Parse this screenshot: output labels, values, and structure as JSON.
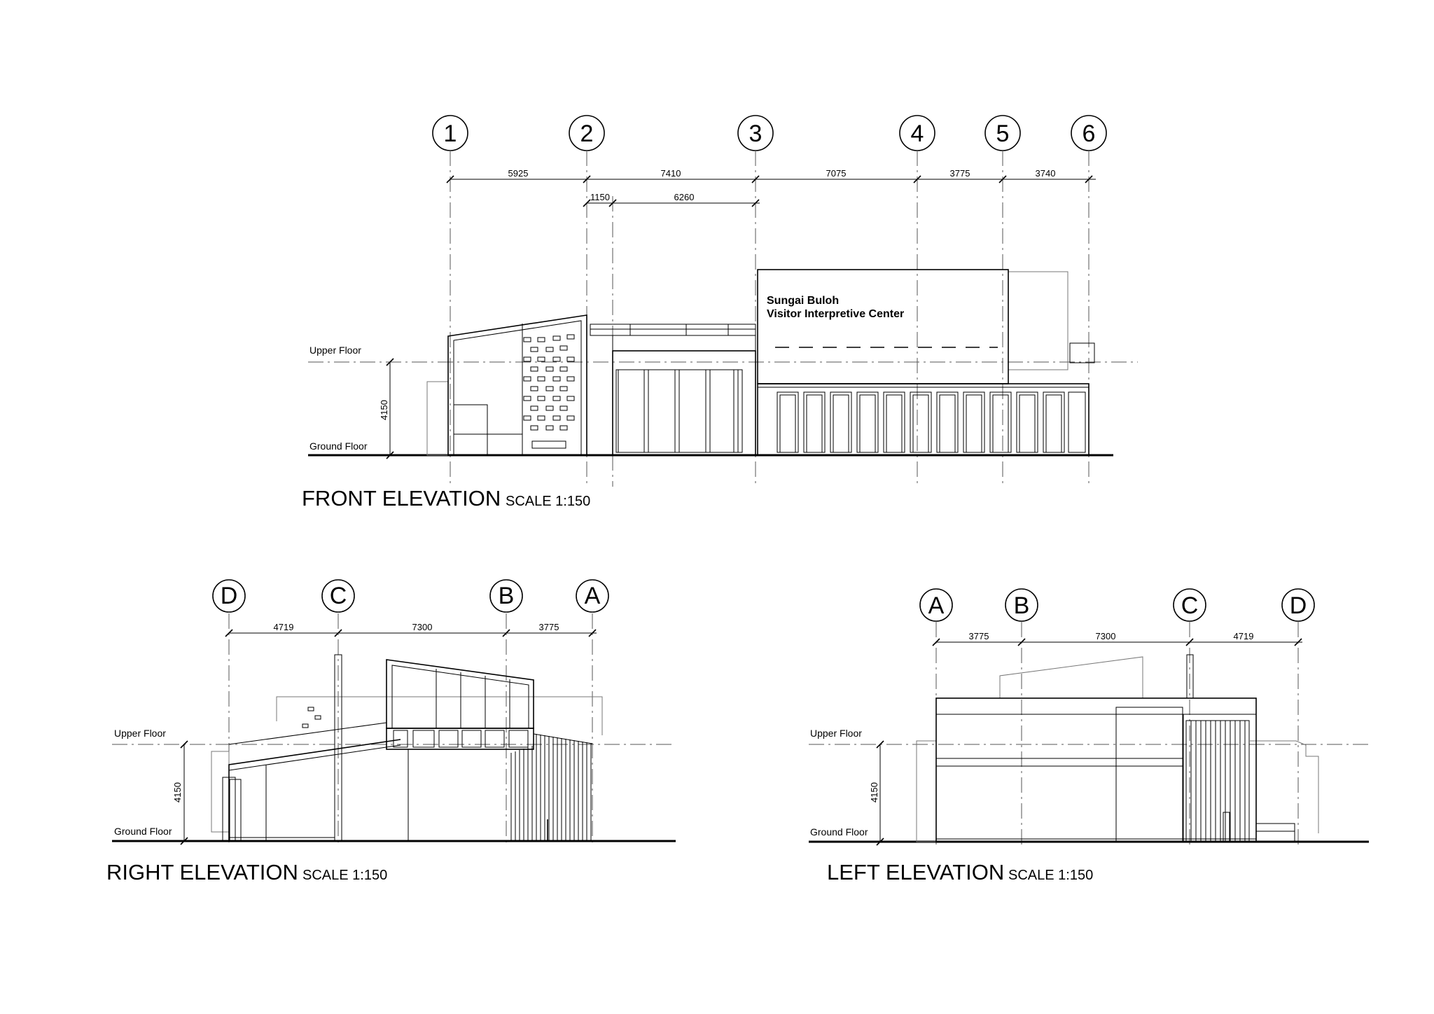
{
  "front": {
    "title": "FRONT ELEVATION",
    "scale": "SCALE 1:150",
    "grids": [
      "1",
      "2",
      "3",
      "4",
      "5",
      "6"
    ],
    "dims_top": [
      "5925",
      "7410",
      "7075",
      "3775",
      "3740"
    ],
    "dims_second": [
      "1150",
      "6260"
    ],
    "height": "4150",
    "upper": "Upper Floor",
    "ground": "Ground Floor",
    "sign_line1": "Sungai Buloh",
    "sign_line2": "Visitor Interpretive Center"
  },
  "right": {
    "title": "RIGHT ELEVATION",
    "scale": "SCALE 1:150",
    "grids": [
      "D",
      "C",
      "B",
      "A"
    ],
    "dims": [
      "4719",
      "7300",
      "3775"
    ],
    "height": "4150",
    "upper": "Upper Floor",
    "ground": "Ground Floor"
  },
  "left": {
    "title": "LEFT ELEVATION",
    "scale": "SCALE 1:150",
    "grids": [
      "A",
      "B",
      "C",
      "D"
    ],
    "dims": [
      "3775",
      "7300",
      "4719"
    ],
    "height": "4150",
    "upper": "Upper Floor",
    "ground": "Ground Floor"
  }
}
